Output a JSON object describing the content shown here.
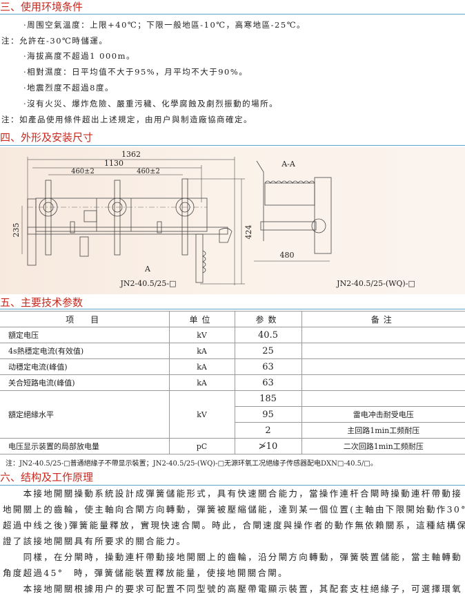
{
  "sec3": {
    "title": "三、使用环境条件",
    "lines": [
      "·周围空氣溫度：上限+40℃；下限一般地區-10℃，高寒地區-25℃。",
      "注：允許在-30℃時儲運。",
      "·海拔高度不超過1 000m。",
      "·相對濕度：日平均值不大于95%，月平均不大于90%。",
      "·地震烈度不超過8度。",
      "·沒有火災、爆炸危險、嚴重污穢、化學腐蝕及劇烈振動的場所。",
      "注：如產品使用條件超出上述規定，由用户與制造廠協商確定。"
    ]
  },
  "sec4": {
    "title": "四、外形及安装尺寸",
    "dims": {
      "d1362": "1362",
      "d1130": "1130",
      "d460a": "460±2",
      "d460b": "460±2",
      "d235": "235",
      "d424": "424",
      "d480": "480"
    },
    "view_a": "A",
    "section_aa": "A-A",
    "caption_left": "JN2-40.5/25-□",
    "caption_right": "JN2-40.5/25-(WQ)-□"
  },
  "sec5": {
    "title": "五、主要技术参数",
    "headers": [
      "项　目",
      "单位",
      "参数",
      "备注"
    ],
    "rows": [
      {
        "item": "額定电压",
        "unit": "kV",
        "value": "40.5",
        "note": ""
      },
      {
        "item": "4s熱穩定电流(有效值)",
        "unit": "kA",
        "value": "25",
        "note": ""
      },
      {
        "item": "动穩定电流(峰值)",
        "unit": "kA",
        "value": "63",
        "note": ""
      },
      {
        "item": "关合短路电流(峰值)",
        "unit": "kA",
        "value": "63",
        "note": ""
      }
    ],
    "insulation": {
      "item": "額定絕緣水平",
      "unit": "kV",
      "values": [
        "185",
        "95",
        "2"
      ],
      "notes": [
        "",
        "雷电冲击耐受电压",
        "主回路1min工频耐压"
      ]
    },
    "pd": {
      "item": "电压显示装置的局部放电量",
      "unit": "pC",
      "value": "≯10",
      "note": "二次回路1min工频耐压"
    },
    "footnote": "注：JN2-40.5/25-□普通絕緣子不帶显示裝置；JN2-40.5/25-(WQ)-□无源环氧工况絕緣子传感器配电DXN□-40.5/□。"
  },
  "sec6": {
    "title": "六、结构及工作原理",
    "lines": [
      "　　本接地開關操動系統設計成彈簧儲能形式，具有快速關合能力，當操作連杆合閘時操動連杆帶動接",
      "地開關上的齒輪，使主軸向合閘方向轉動，彈簧被壓縮儲能，達到某一個位置(主軸由下限開始動作30°",
      "超過中线之後)彈簧能量釋放，實現快速合閘。時此，合閘速度與操作者的動作無依賴關系，這種結構保",
      "證了該接地開關具有所要求的關合能力。",
      "　　同樣，在分閘時，操動連杆帶動接地開關上的齒輪，沿分閘方向轉動，彈簧裝置儲能，當主軸轉動",
      "角度超過45°　時，彈簧儲能裝置釋放能量，使接地開關合閘。",
      "　　本接地開關根據用户的要求可配置不同型號的高壓帶電顯示裝置，其配套支柱絕緣子，可選擇環氧"
    ]
  }
}
